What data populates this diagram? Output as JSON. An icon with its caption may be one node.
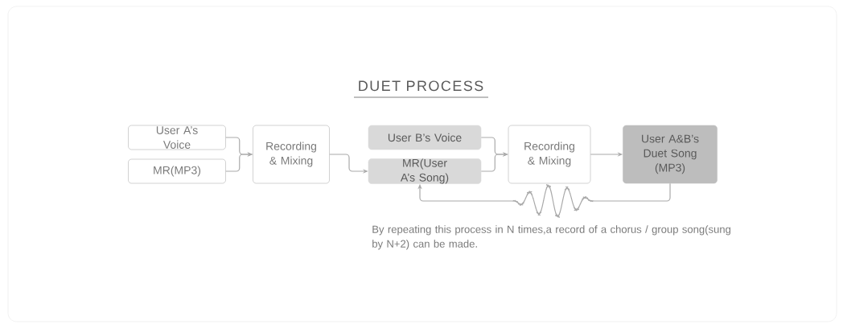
{
  "diagram": {
    "title": "DUET PROCESS",
    "nodes": [
      {
        "text": [
          "User A’s Voice"
        ]
      },
      {
        "text": [
          "MR(MP3)"
        ]
      },
      {
        "text": [
          "Recording & Mixing"
        ]
      },
      {
        "text": [
          "User B’s Voice"
        ]
      },
      {
        "text": [
          "MR(User A’s Song)"
        ]
      },
      {
        "text": [
          "Recording & Mixing"
        ]
      },
      {
        "text": [
          "User A&B’s Duet Song (MP3)"
        ]
      }
    ],
    "edges": [
      {
        "from": 0,
        "to": 2,
        "arrow": "to"
      },
      {
        "from": 1,
        "to": 2,
        "arrow": "to"
      },
      {
        "from": 2,
        "to": 4,
        "arrow": "to"
      },
      {
        "from": 3,
        "to": 5,
        "arrow": "to"
      },
      {
        "from": 4,
        "to": 5,
        "arrow": "to"
      },
      {
        "from": 5,
        "to": 6,
        "arrow": "to"
      },
      {
        "from": 6,
        "to": 4,
        "arrow": "to"
      }
    ],
    "labels": [
      "By repeating this process in N times,a record of a chorus / group song(sung by N+2) can be made."
    ]
  }
}
